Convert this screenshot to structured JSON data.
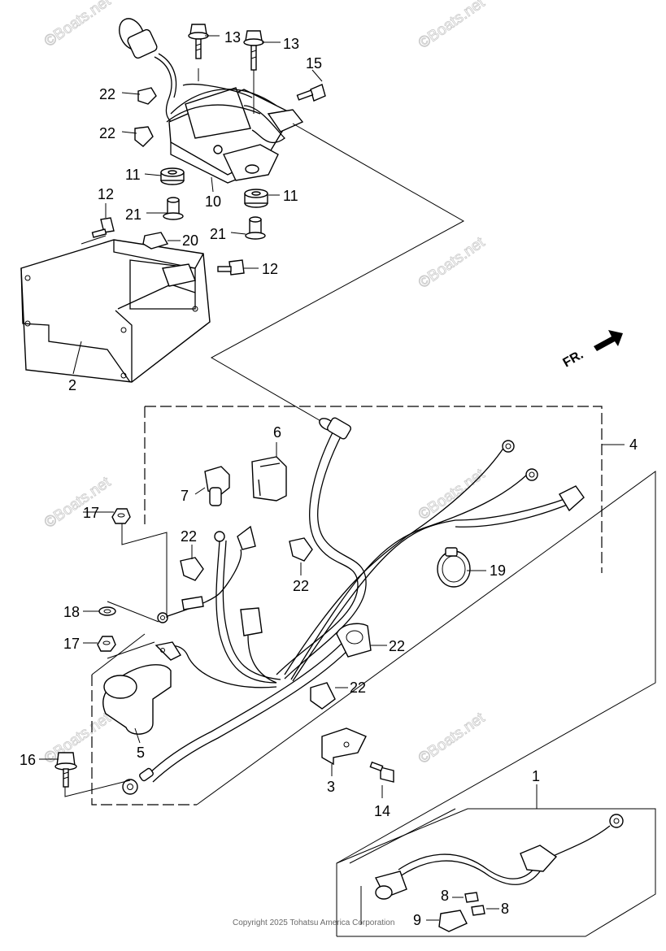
{
  "watermark": "©Boats.net",
  "copyright": "Copyright 2025 Tohatsu America Corporation",
  "direction_label": "FR.",
  "callouts": {
    "c1": "1",
    "c2": "2",
    "c3": "3",
    "c4": "4",
    "c5": "5",
    "c6": "6",
    "c7": "7",
    "c8a": "8",
    "c8b": "8",
    "c9": "9",
    "c10": "10",
    "c11a": "11",
    "c11b": "11",
    "c12a": "12",
    "c12b": "12",
    "c13a": "13",
    "c13b": "13",
    "c14": "14",
    "c15": "15",
    "c16": "16",
    "c17a": "17",
    "c17b": "17",
    "c18": "18",
    "c19": "19",
    "c20": "20",
    "c21a": "21",
    "c21b": "21",
    "c22a": "22",
    "c22b": "22",
    "c22c": "22",
    "c22d": "22",
    "c22e": "22",
    "c22f": "22"
  }
}
